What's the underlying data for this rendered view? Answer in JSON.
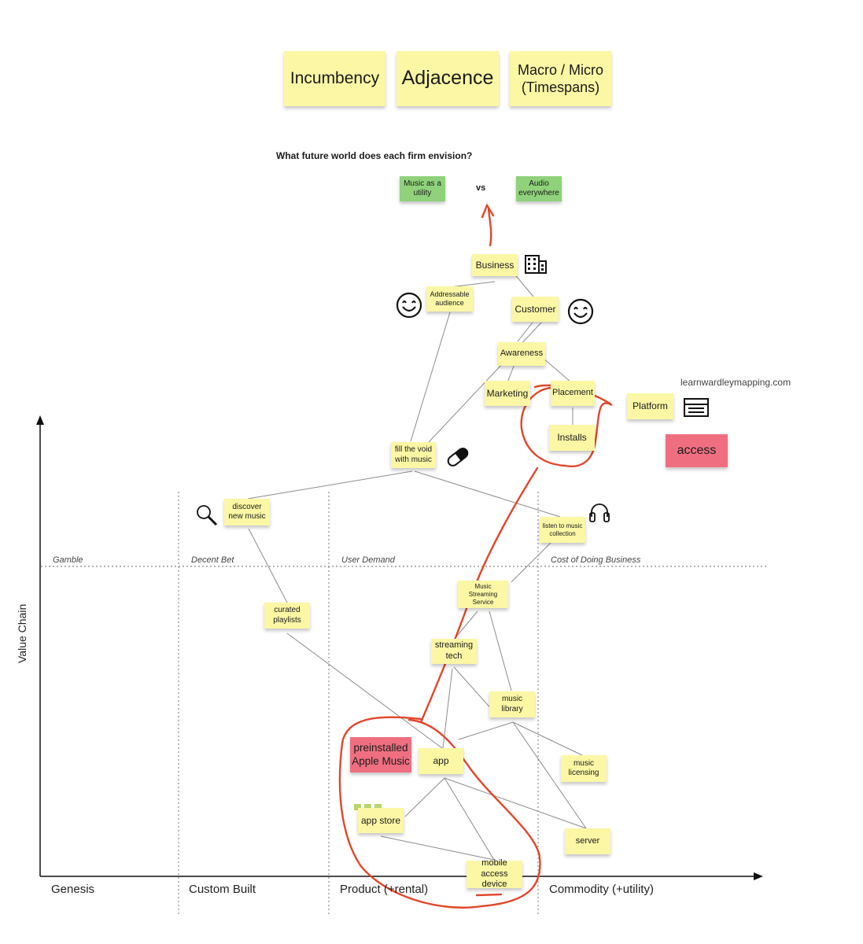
{
  "header_notes": [
    {
      "text": "Incumbency"
    },
    {
      "text": "Adjacence"
    },
    {
      "text": "Macro / Micro (Timespans)"
    }
  ],
  "question": "What future world does each firm envision?",
  "visions": {
    "left": "Music as a utility",
    "vs": "vs",
    "right": "Audio everywhere"
  },
  "site": "learnwardleymapping.com",
  "axis": {
    "y_label": "Value Chain",
    "stages_bottom": [
      "Genesis",
      "Custom Built",
      "Product (+rental)",
      "Commodity (+utility)"
    ],
    "stages_italic": [
      "Gamble",
      "Decent Bet",
      "User Demand",
      "Cost of Doing Business"
    ]
  },
  "components": {
    "business": "Business",
    "addressable": "Addressable audience",
    "customer": "Customer",
    "awareness": "Awareness",
    "marketing": "Marketing",
    "placement": "Placement",
    "installs": "Installs",
    "platform": "Platform",
    "access": "access",
    "fill_void": "fill the void with music",
    "discover": "discover new music",
    "listen": "listen to music collection",
    "curated": "curated playlists",
    "streaming_service": "Music Streaming Service",
    "streaming_tech": "streaming tech",
    "music_library": "music library",
    "preinstalled": "preinstalled Apple Music",
    "app": "app",
    "music_licensing": "music licensing",
    "app_store": "app store",
    "server": "server",
    "mobile": "mobile access device"
  },
  "icons": {
    "business": "building-icon",
    "addressable": "smiley-icon",
    "customer": "smiley-icon",
    "platform": "server-rack-icon",
    "fill_void": "pill-icon",
    "discover": "magnifier-icon",
    "listen": "headphones-icon"
  },
  "colors": {
    "sticky": "#fbf7a5",
    "green": "#8fd27b",
    "pink": "#ef6f80",
    "annotation": "#e2462b",
    "link": "#9a9a9a"
  }
}
